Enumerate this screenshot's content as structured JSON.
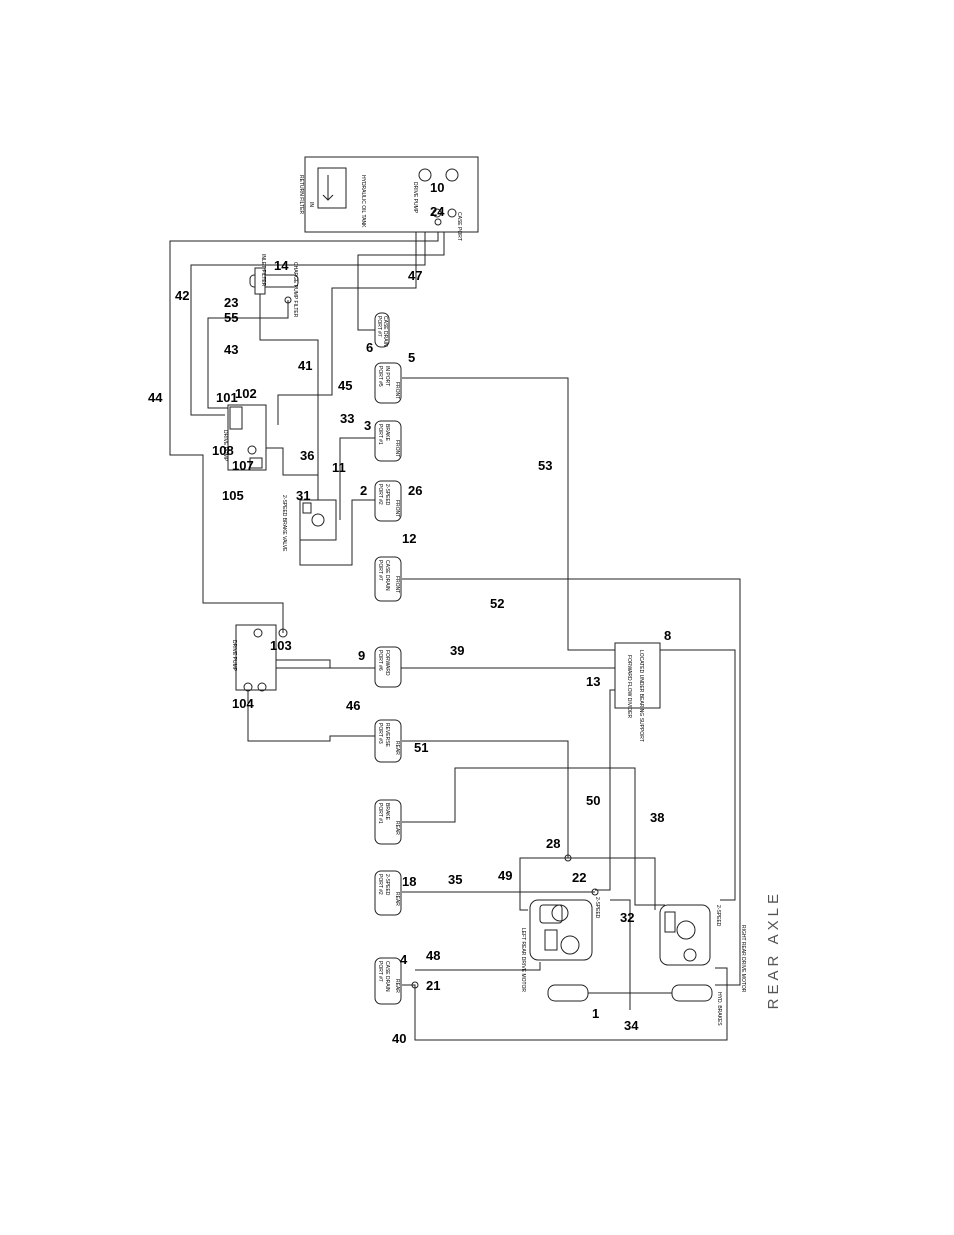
{
  "title": "REAR AXLE",
  "components": {
    "hydraulic_tank": "HYDRAULIC OIL TANK",
    "return_filter": "RETURN FILTER",
    "tank_in": "IN",
    "tank_drive_pump": "DRIVE PUMP",
    "tank_case_port": "CASE PORT",
    "inlet_filter": "INLET FILTER",
    "charge_pump_filter": "CHARGE PUMP FILTER",
    "drive_pump_upper": "DRIVE PUMP",
    "drive_pump_lower": "DRIVE PUMP",
    "two_speed_brake_valve": "2-SPEED BRAKE VALVE",
    "flow_divider": "FORWARD FLOW DIVIDER",
    "flow_divider_sub": "LOCATED UNDER BEARING SUPPORT",
    "left_motor": "LEFT REAR DRIVE MOTOR",
    "right_motor": "RIGHT REAR DRIVE MOTOR",
    "hyd_brakes": "HYD. BRAKES",
    "two_speed_right": "2-SPEED",
    "two_speed_left": "2-SPEED"
  },
  "ports": [
    {
      "line1": "PORT #7",
      "line2": "CASE DRAIN",
      "line3": "FRONT"
    },
    {
      "line1": "PORT #5",
      "line2": "IN PORT",
      "line3": "FRONT"
    },
    {
      "line1": "PORT #1",
      "line2": "BRAKE",
      "line3": "FRONT"
    },
    {
      "line1": "PORT #2",
      "line2": "2-SPEED",
      "line3": "FRONT"
    },
    {
      "line1": "PORT #7",
      "line2": "CASE DRAIN",
      "line3": "FRONT"
    },
    {
      "line1": "PORT #6",
      "line2": "FORWARD",
      "line3": ""
    },
    {
      "line1": "PORT #3",
      "line2": "REVERSE",
      "line3": "REAR"
    },
    {
      "line1": "PORT #1",
      "line2": "BRAKE",
      "line3": "REAR"
    },
    {
      "line1": "PORT #2",
      "line2": "2-SPEED",
      "line3": "REAR"
    },
    {
      "line1": "PORT #7",
      "line2": "CASE DRAIN",
      "line3": "REAR"
    }
  ],
  "callouts": [
    "10",
    "24",
    "14",
    "23",
    "55",
    "6",
    "5",
    "47",
    "42",
    "44",
    "43",
    "41",
    "45",
    "101",
    "102",
    "108",
    "105",
    "107",
    "33",
    "3",
    "36",
    "11",
    "31",
    "2",
    "26",
    "53",
    "12",
    "52",
    "9",
    "39",
    "46",
    "103",
    "104",
    "13",
    "8",
    "51",
    "50",
    "38",
    "28",
    "49",
    "18",
    "35",
    "22",
    "32",
    "4",
    "48",
    "21",
    "40",
    "34",
    "1"
  ]
}
